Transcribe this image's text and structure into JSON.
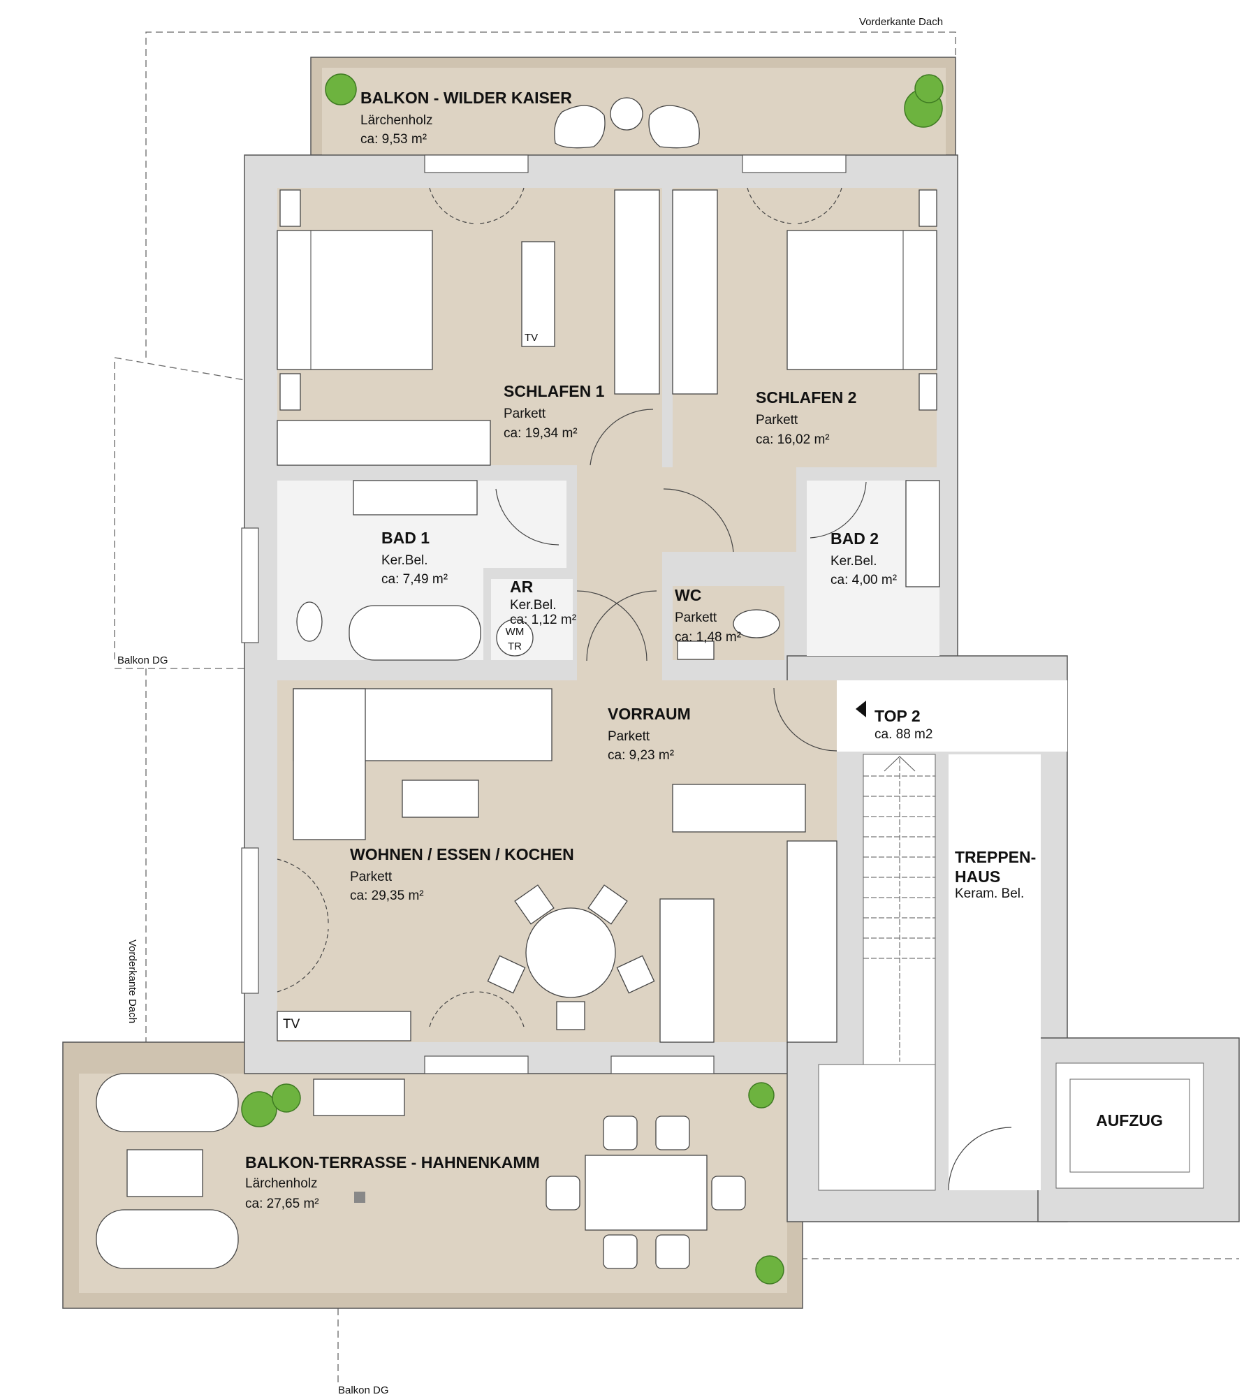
{
  "annotations": {
    "roof_edge_top": "Vorderkante Dach",
    "roof_edge_left": "Vorderkante Dach",
    "balkon_dg_left": "Balkon DG",
    "balkon_dg_bottom": "Balkon DG"
  },
  "rooms": {
    "balkon_top": {
      "name": "BALKON - WILDER KAISER",
      "floor": "Lärchenholz",
      "area": "ca: 9,53 m²"
    },
    "schlafen1": {
      "name": "SCHLAFEN 1",
      "floor": "Parkett",
      "area": "ca: 19,34 m²"
    },
    "schlafen2": {
      "name": "SCHLAFEN 2",
      "floor": "Parkett",
      "area": "ca: 16,02 m²"
    },
    "bad1": {
      "name": "BAD 1",
      "floor": "Ker.Bel.",
      "area": "ca: 7,49 m²"
    },
    "bad2": {
      "name": "BAD 2",
      "floor": "Ker.Bel.",
      "area": "ca: 4,00 m²"
    },
    "ar": {
      "name": "AR",
      "floor": "Ker.Bel.",
      "area": "ca: 1,12 m²"
    },
    "wc": {
      "name": "WC",
      "floor": "Parkett",
      "area": "ca: 1,48 m²"
    },
    "vorraum": {
      "name": "VORRAUM",
      "floor": "Parkett",
      "area": "ca: 9,23 m²"
    },
    "wohnen": {
      "name": "WOHNEN / ESSEN / KOCHEN",
      "floor": "Parkett",
      "area": "ca: 29,35 m²"
    },
    "treppenhaus": {
      "name_line1": "TREPPEN-",
      "name_line2": "HAUS",
      "floor": "Keram. Bel."
    },
    "aufzug": {
      "name": "AUFZUG"
    },
    "terrasse": {
      "name": "BALKON-TERRASSE - HAHNENKAMM",
      "floor": "Lärchenholz",
      "area": "ca: 27,65 m²"
    }
  },
  "unit": {
    "name": "TOP 2",
    "area": "ca. 88 m2"
  },
  "fixtures": {
    "tv_bedroom": "TV",
    "tv_living": "TV",
    "washer": "WM",
    "dryer": "TR"
  }
}
